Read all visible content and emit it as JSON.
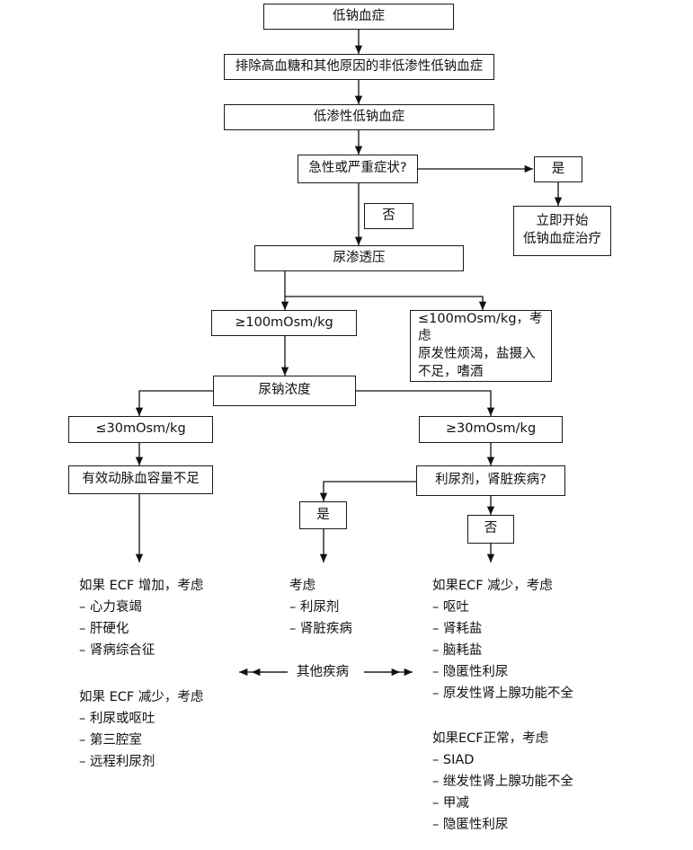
{
  "nodes": {
    "hyponatremia": "低钠血症",
    "exclude": "排除高血糖和其他原因的非低渗性低钠血症",
    "hypotonic": "低渗性低钠血症",
    "acute_q": "急性或严重症状?",
    "yes_1": "是",
    "no_1": "否",
    "start_treatment": [
      "立即开始",
      "低钠血症治疗"
    ],
    "urine_osm": "尿渗透压",
    "ge100": "≥100mOsm/kg",
    "le100": [
      "≤100mOsm/kg，考虑",
      "原发性烦渴，盐摄入",
      "不足，嗜酒"
    ],
    "urine_na": "尿钠浓度",
    "le30": "≤30mOsm/kg",
    "ge30": "≥30mOsm/kg",
    "effective_vol": "有效动脉血容量不足",
    "diuretic_q": "利尿剂，肾脏疾病?",
    "yes_2": "是",
    "no_2": "否"
  },
  "left_col": {
    "ecf_up_title": "如果 ECF 增加，考虑",
    "ecf_up_items": [
      "心力衰竭",
      "肝硬化",
      "肾病综合征"
    ],
    "ecf_down_title": "如果 ECF 减少，考虑",
    "ecf_down_items": [
      "利尿或呕吐",
      "第三腔室",
      "远程利尿剂"
    ]
  },
  "middle_col": {
    "title": "考虑",
    "items": [
      "利尿剂",
      "肾脏疾病"
    ],
    "other": "其他疾病"
  },
  "right_col": {
    "ecf_down_title": "如果ECF 减少，考虑",
    "ecf_down_items": [
      "呕吐",
      "肾耗盐",
      "脑耗盐",
      "隐匿性利尿",
      "原发性肾上腺功能不全"
    ],
    "ecf_normal_title": "如果ECF正常，考虑",
    "ecf_normal_items": [
      "SIAD",
      "继发性肾上腺功能不全",
      "甲减",
      "隐匿性利尿"
    ]
  }
}
